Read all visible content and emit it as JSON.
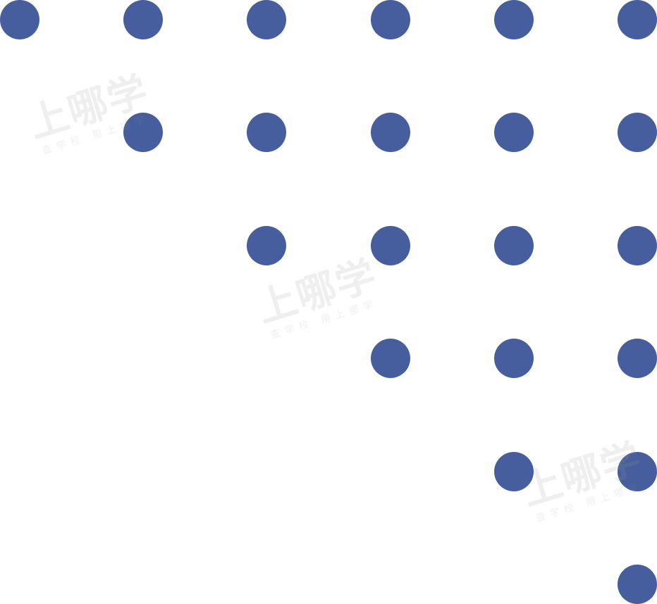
{
  "colors": {
    "background": "#ffffff",
    "dot": "#465e9d"
  },
  "dot_pattern": {
    "rows": 6,
    "columns": 6,
    "filled_columns_per_row": [
      6,
      5,
      4,
      3,
      2,
      1
    ]
  },
  "watermarks": [
    {
      "title": "上哪学",
      "subtitle": "查学校 用上哪学"
    },
    {
      "title": "上哪学",
      "subtitle": "查学校 用上哪学"
    },
    {
      "title": "上哪学",
      "subtitle": "查学校 用上哪学"
    }
  ]
}
